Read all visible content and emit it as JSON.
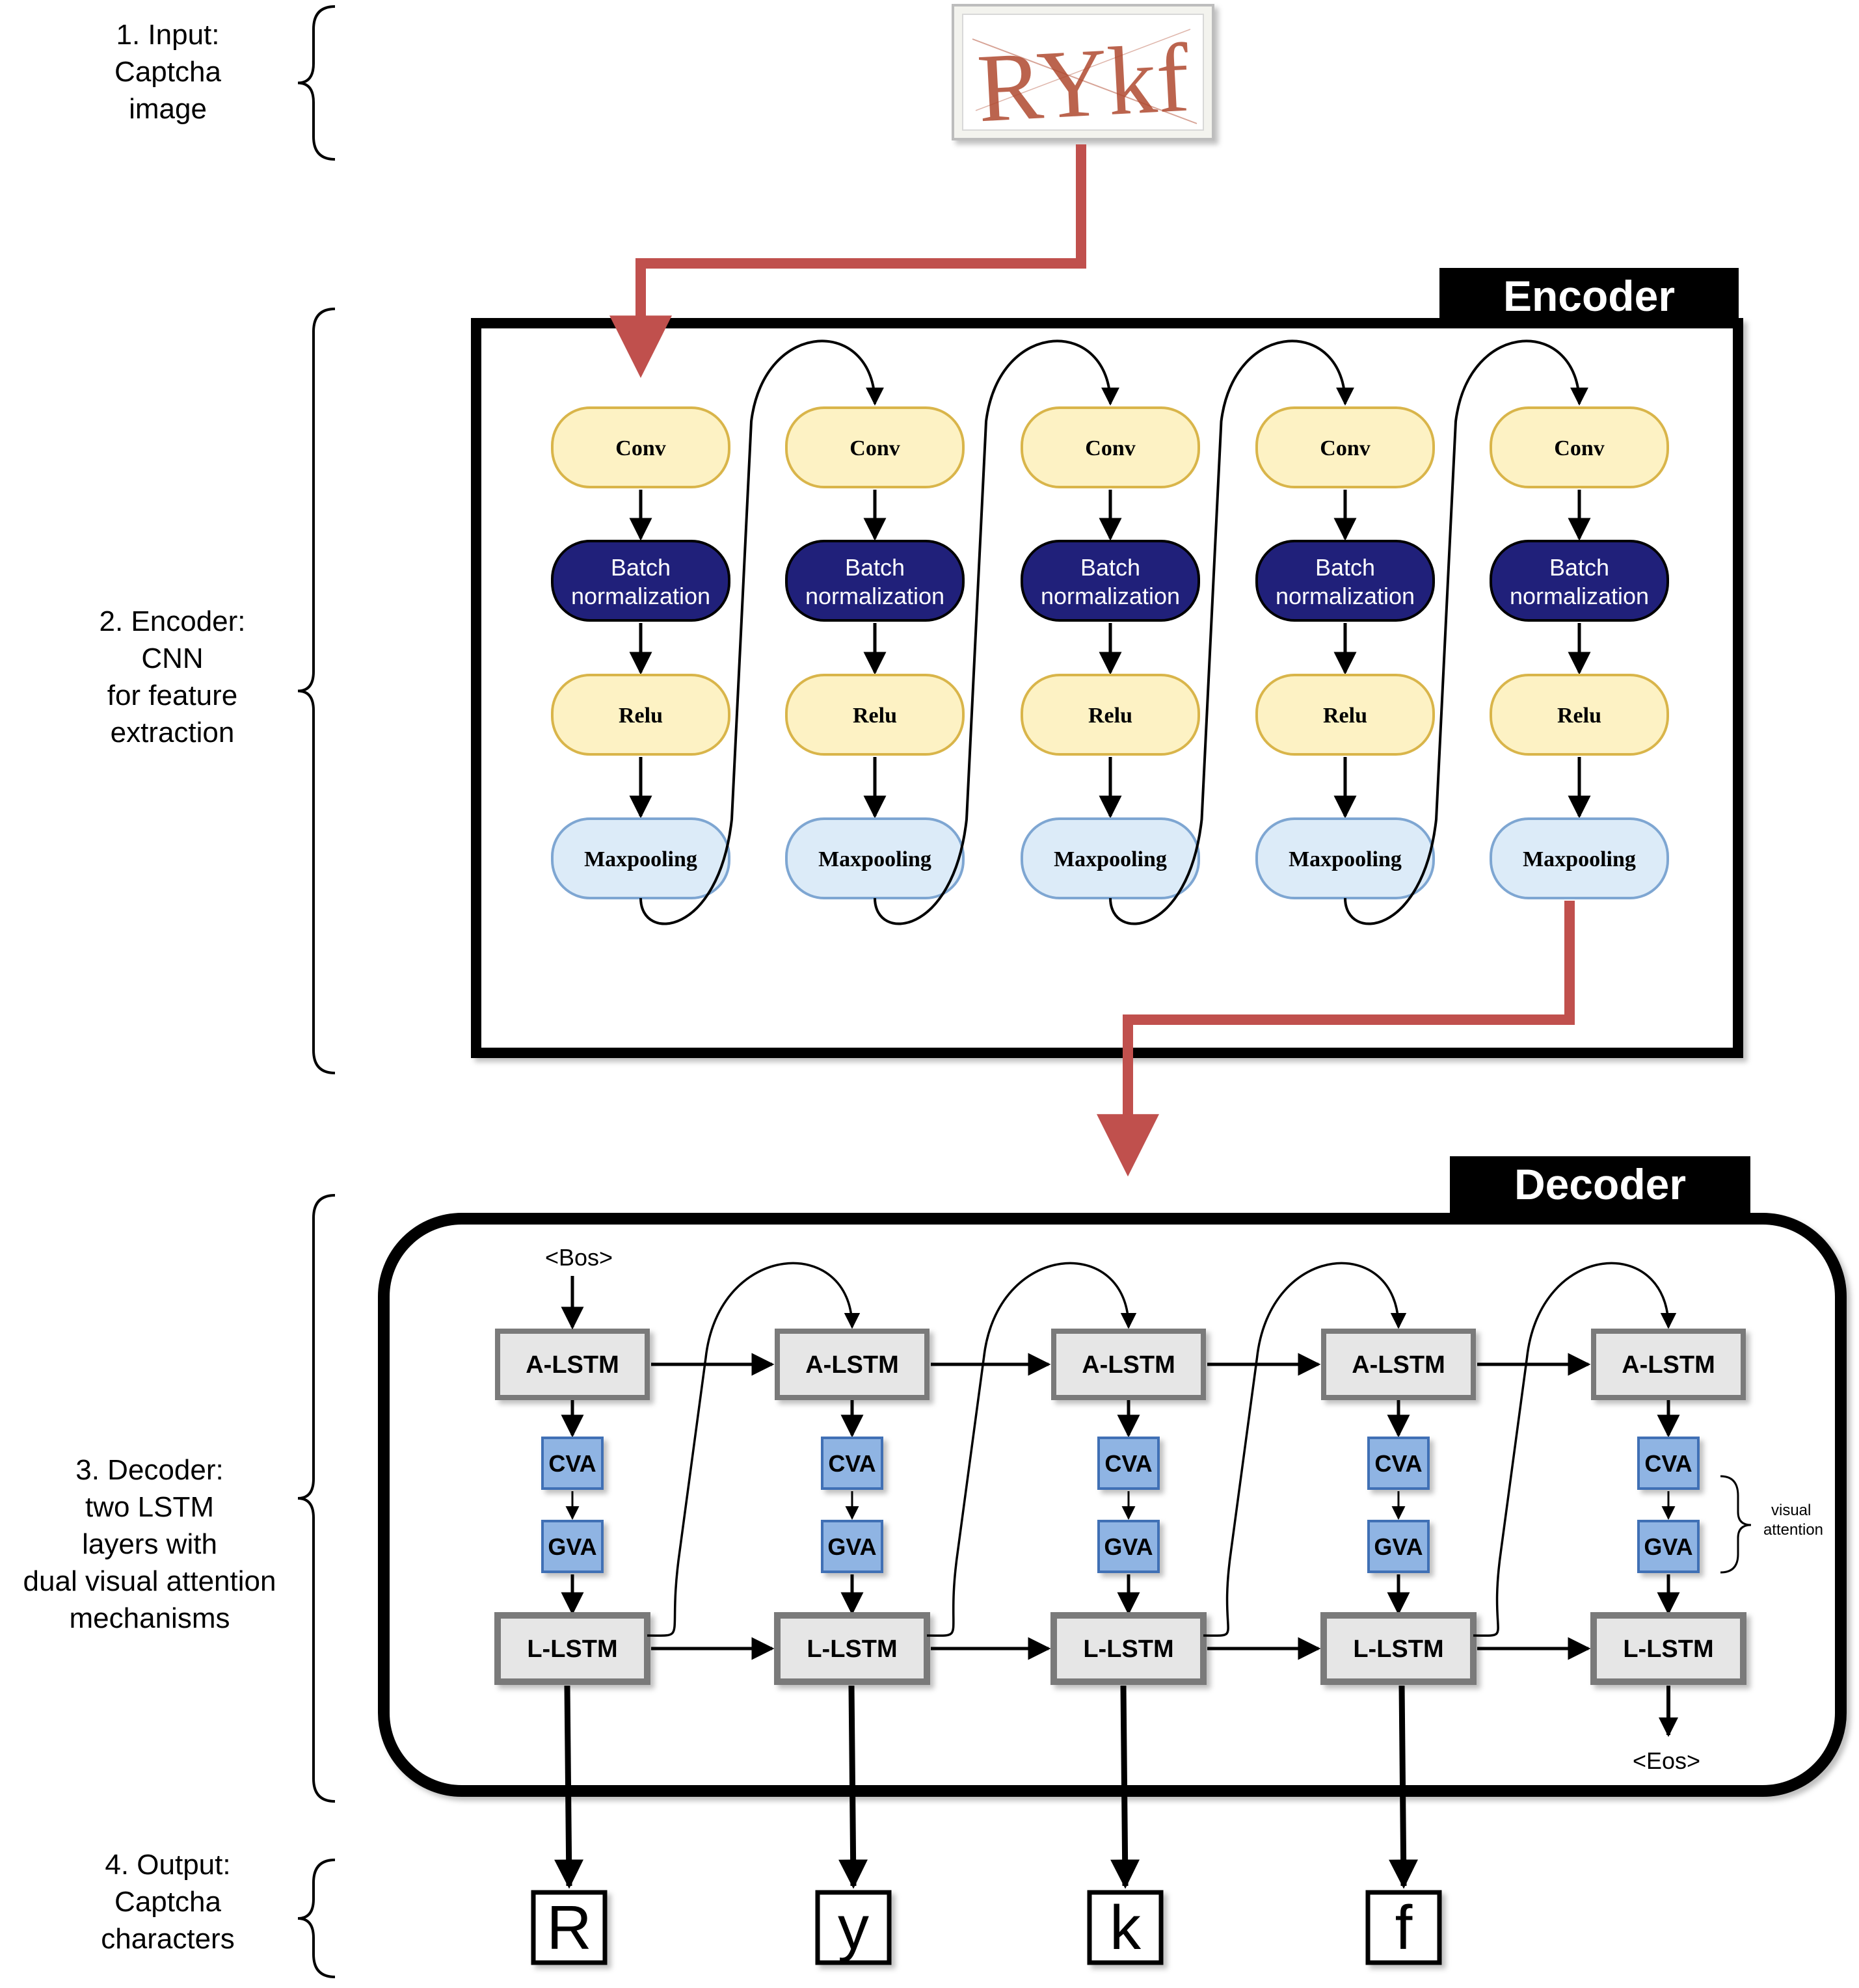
{
  "stages": [
    {
      "lines": [
        "1. Input:",
        "Captcha",
        "image"
      ]
    },
    {
      "lines": [
        "2. Encoder:",
        "CNN",
        "for feature",
        "extraction"
      ]
    },
    {
      "lines": [
        "3. Decoder:",
        "two LSTM",
        "layers  with",
        "dual visual attention",
        "mechanisms"
      ]
    },
    {
      "lines": [
        "4. Output:",
        "Captcha",
        "characters"
      ]
    }
  ],
  "encoder": {
    "title": "Encoder",
    "conv": "Conv",
    "batch_norm": [
      "Batch",
      "normalization"
    ],
    "relu": "Relu",
    "maxpool": "Maxpooling",
    "block_count": 5
  },
  "decoder": {
    "title": "Decoder",
    "bos": "<Bos>",
    "eos": "<Eos>",
    "a_lstm": "A-LSTM",
    "l_lstm": "L-LSTM",
    "cva": "CVA",
    "gva": "GVA",
    "visual_attention": [
      "visual",
      "attention"
    ],
    "step_count": 5
  },
  "input": {
    "captcha_text": "RYkf"
  },
  "outputs": [
    "R",
    "y",
    "k",
    "f"
  ],
  "colors": {
    "conv_fill": "#fdf2c4",
    "conv_border": "#d9b54a",
    "batch_fill": "#20207a",
    "pool_fill": "#dcebf8",
    "pool_border": "#7ea6d2",
    "attn_fill": "#8fb4e3",
    "attn_border": "#3f6fb5",
    "lstm_fill": "#e6e6e6",
    "lstm_border": "#7a7a7a",
    "red_arrow": "#c0504d",
    "captcha_ink": "#b04a30"
  }
}
